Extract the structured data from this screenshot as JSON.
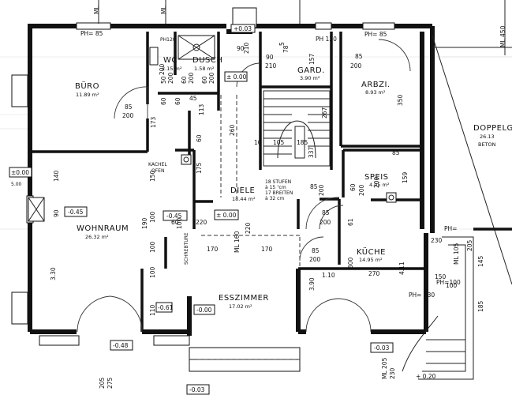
{
  "rooms": {
    "buero": {
      "name": "BÜRO",
      "area": "11.89 m²"
    },
    "wc": {
      "name": "WC",
      "area": "2.15 m²"
    },
    "dusche": {
      "name": "DUSCH",
      "area": "1.58 m²"
    },
    "gard": {
      "name": "GARD.",
      "area": "3.90 m²"
    },
    "arbzi": {
      "name": "ARBZI.",
      "area": "8.93 m²"
    },
    "doppelgarage": {
      "name": "DOPPELGA",
      "area": "26.13",
      "note": "BETON"
    },
    "wohnraum": {
      "name": "WOHNRAUM",
      "area": "26.32 m²"
    },
    "diele": {
      "name": "DIELE",
      "area": "18.44 m²"
    },
    "speis": {
      "name": "SPEIS",
      "area": "4.05 m²"
    },
    "kueche": {
      "name": "KÜCHE",
      "area": "14.95 m²"
    },
    "esszimmer": {
      "name": "ESSZIMMER",
      "area": "17.02 m²"
    }
  },
  "labels": {
    "kachelofen_1": "KACHEL",
    "kachelofen_2": "OFEN",
    "stairs_1": "18 STUFEN",
    "stairs_2": "à 15 ⁷cm",
    "stairs_3": "17 BREITEN",
    "stairs_4": "à 32 cm",
    "schrank": "SCHREBTURE",
    "ph85_a": "PH= 85",
    "ph85_b": "PH= 85",
    "ph120": "PH 120",
    "ph100": "PH=100",
    "ph130": "PH= 130",
    "ph_short": "PH=",
    "ph_wc": "PH120"
  },
  "levels": {
    "l1": "±0.00",
    "l1b": "5.00",
    "l2": "-0.45",
    "l3": "-0.45",
    "l4": "-0.00",
    "l5": "-0.48",
    "l6": "-0.03",
    "l7": "-0.03",
    "l8": "+0.03",
    "l9": "+ 0.20",
    "l10": "± 0.00",
    "l11": "± 0.00",
    "l12": "-0.61"
  },
  "dims": {
    "d_85_buero": "85",
    "d_200_buero": "200",
    "d_173": "173",
    "d_60a": "60",
    "d_50": "50",
    "d_200a": "200",
    "d_60b": "60",
    "d_200b": "200",
    "d_60c": "60",
    "d_45": "45",
    "d_113": "113",
    "d_60_wc": "60",
    "d_200_wc": "200",
    "d_90a": "90",
    "d_210a": "210",
    "d_90b": "90",
    "d_210b": "210",
    "d_78": "78",
    "d_5": "5",
    "d_157": "157",
    "d_85_arb": "85",
    "d_200_arb": "200",
    "d_350": "350",
    "d_260": "260",
    "d_10": "10",
    "d_105": "105",
    "d_185": "185",
    "d_267": "267",
    "d_337": "337",
    "d_60_k": "60",
    "d_175": "175",
    "d_140": "140",
    "d_90_w": "90",
    "d_150_w": "150",
    "d_85_d": "85",
    "d_200_d": "200",
    "d_60_d": "60",
    "d_200_d2": "200",
    "d_85_s": "85",
    "d_200_s": "200",
    "d_159": "159",
    "d_85_sp": "85",
    "d_200_sp": "200",
    "d_61": "61",
    "d_100a": "100",
    "d_220": "220",
    "d_100b": "100",
    "d_100c": "100",
    "d_110": "110",
    "d_330": "3.30",
    "d_170a": "170",
    "d_ml160": "ML 160",
    "d_220b": "220",
    "d_170b": "170",
    "d_85_ku": "85",
    "d_200_ku": "200",
    "d_110b": "1.10",
    "d_300": "300",
    "d_270": "270",
    "d_411": "4.11",
    "d_390": "3.90",
    "d_230": "230",
    "d_150": "150",
    "d_100d": "100",
    "d_145": "145",
    "d_185b": "185",
    "d_205": "205",
    "d_275": "275",
    "d_ml205": "ML 205",
    "d_230b": "230",
    "d_ml105": "ML 105",
    "d_205b": "205",
    "d_ml450": "ML 450",
    "d_100e": "100",
    "d_60f": "60",
    "d_190": "190",
    "d_200_wohn": "200"
  },
  "top_marks": {
    "ml_top_a": "ML",
    "ml_top_b": "ML"
  }
}
